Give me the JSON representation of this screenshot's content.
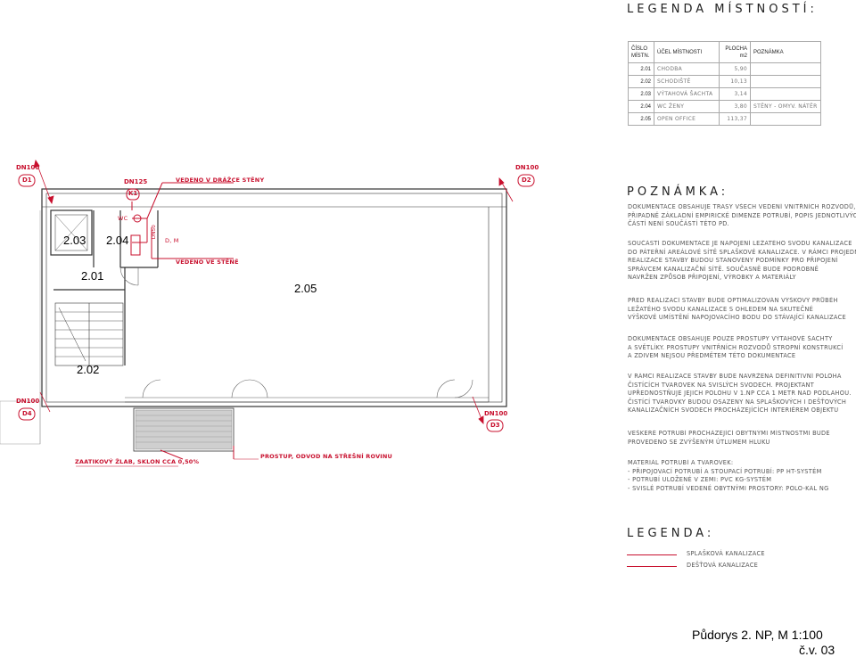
{
  "legend_rooms": {
    "heading": "LEGENDA MÍSTNOSTÍ:",
    "headers": {
      "num": "ČÍSLO\nMÍSTN.",
      "purpose": "ÚČEL MÍSTNOSTI",
      "area": "PLOCHA\nm2",
      "note": "POZNÁMKA"
    },
    "rows": [
      {
        "num": "2.01",
        "purpose": "CHODBA",
        "area": "5,90",
        "note": ""
      },
      {
        "num": "2.02",
        "purpose": "SCHODIŠTĚ",
        "area": "10,13",
        "note": ""
      },
      {
        "num": "2.03",
        "purpose": "VÝTAHOVÁ ŠACHTA",
        "area": "3,14",
        "note": ""
      },
      {
        "num": "2.04",
        "purpose": "WC ŽENY",
        "area": "3,80",
        "note": "STĚNY - OMYV. NÁTĚR"
      },
      {
        "num": "2.05",
        "purpose": "OPEN OFFICE",
        "area": "113,37",
        "note": ""
      }
    ]
  },
  "notes": {
    "heading": "POZNÁMKA:",
    "paragraphs": [
      [
        "DOKUMENTACE OBSAHUJE TRASY VŠECH VEDENÍ VNITŘNÍCH ROZVODŮ,",
        "PŘIPADNĚ ZÁKLADNÍ EMPIRICKÉ DIMENZE POTRUBÍ, POPIS JEDNOTLIVÝCH",
        "ČÁSTÍ NENÍ SOUČÁSTÍ TÉTO PD."
      ],
      [
        "SOUČÁSTÍ DOKUMENTACE JE NAPOJENÍ LEŽATÉHO SVODU KANALIZACE",
        "DO PÁTEŘNÍ AREÁLOVÉ SÍTĚ SPLAŠKOVÉ KANALIZACE. V RÁMCI PROJEDNÁVÁNÍ ČI",
        "REALIZACE STAVBY BUDOU STANOVENY PODMÍNKY PRO PŘIPOJENÍ",
        "SPRÁVCEM KANALIZAČNÍ SÍTĚ. SOUČASNĚ BUDE PODROBNĚ",
        "NAVRŽEN ZPŮSOB PŘIPOJENÍ, VÝROBKY A MATERIÁLY"
      ],
      [
        "PŘED REALIZACÍ STAVBY BUDE OPTIMALIZOVÁN VÝŠKOVÝ PRŮBĚH",
        "LEŽATÉHO SVODU KANALIZACE S OHLEDEM NA SKUTEČNÉ",
        "VÝŠKOVÉ UMÍSTĚNÍ NAPOJOVACÍHO BODU DO STÁVAJÍCÍ KANALIZACE"
      ],
      [
        "DOKUMENTACE OBSAHUJE POUZE PROSTUPY VÝTAHOVÉ ŠACHTY",
        "A SVĚTLÍKY. PROSTUPY VNITŘNÍCH ROZVODŮ STROPNÍ KONSTRUKCÍ",
        "A ZDIVEM NEJSOU PŘEDMĚTEM TÉTO DOKUMENTACE"
      ],
      [
        "V RÁMCI REALIZACE STAVBY BUDE NAVRŽENA DEFINITIVNÍ POLOHA",
        "ČISTÍCÍCH TVAROVEK NA SVISLÝCH SVODECH. PROJEKTANT",
        "UPŘEDNOSTŇUJE JEJICH POLOHU V 1.NP CCA 1 METR NAD PODLAHOU.",
        "ČISTÍCÍ TVAROVKY BUDOU OSAZENY NA SPLAŠKOVÝCH I DEŠŤOVÝCH",
        "KANALIZAČNÍCH SVODECH PROCHÁZEJÍCÍCH INTERIÉREM OBJEKTU"
      ],
      [
        "VEŠKERÉ POTRUBÍ PROCHÁZEJÍCÍ OBYTNÝMI MÍSTNOSTMI BUDE",
        "PROVEDENO SE ZVÝŠENÝM ÚTLUMEM HLUKU"
      ],
      [
        "MATERIÁL POTRUBÍ A TVAROVEK:",
        "- PŘIPOJOVACÍ POTRUBÍ A STOUPACÍ POTRUBÍ: PP HT-SYSTÉM",
        "- POTRUBÍ ULOŽENÉ V ZEMI: PVC KG-SYSTÉM",
        "- SVISLÉ POTRUBÍ VEDENÉ OBYTNÝMI PROSTORY: POLO-KAL NG"
      ]
    ]
  },
  "legend": {
    "heading": "LEGENDA:",
    "items": [
      {
        "label": "SPLAŠKOVÁ KANALIZACE",
        "color": "#c8102e"
      },
      {
        "label": "DEŠŤOVÁ KANALIZACE",
        "color": "#c8102e"
      }
    ]
  },
  "plan": {
    "rooms": {
      "r201": "2.01",
      "r202": "2.02",
      "r203": "2.03",
      "r204": "2.04",
      "r205": "2.05"
    },
    "bubbles": {
      "d1": {
        "dn": "DN100",
        "id": "D1"
      },
      "d2": {
        "dn": "DN100",
        "id": "D2"
      },
      "d3": {
        "dn": "DN100",
        "id": "D3"
      },
      "d4": {
        "dn": "DN100",
        "id": "D4"
      },
      "k1": {
        "dn": "DN125",
        "id": "K1"
      }
    },
    "callouts": {
      "vedeno_drazce": "VEDENO V DRÁŽCE STĚNY",
      "vedeno_stene": "VEDENO VE STĚNĚ",
      "d_m": "D, M",
      "wc": "WC",
      "wc_dn": "DN50",
      "zlab": "ZAATIKOVÝ ŽLAB, SKLON CCA 0,50%",
      "prostup": "PROSTUP, ODVOD NA STŘEŠNÍ ROVINU"
    }
  },
  "title": {
    "line1": "Půdorys 2. NP, M 1:100",
    "line2": "č.v. 03"
  },
  "colors": {
    "accent": "#c8102e",
    "wall": "#333333"
  }
}
